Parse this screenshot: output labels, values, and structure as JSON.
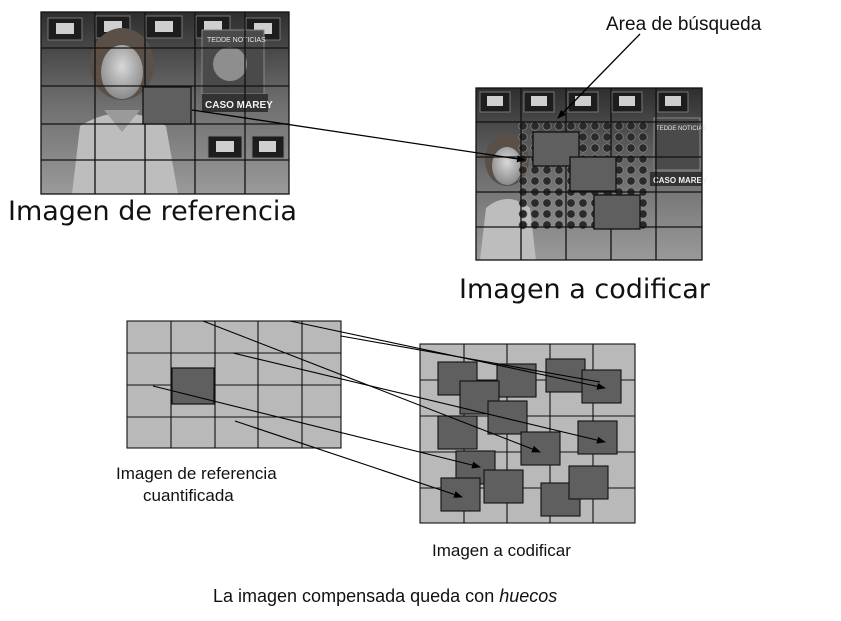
{
  "labels": {
    "reference_image": "Imagen de referencia",
    "search_area": "Area de búsqueda",
    "image_to_encode": "Imagen a codificar",
    "quantized_reference_line1": "Imagen de referencia",
    "quantized_reference_line2": "cuantificada",
    "image_to_encode_bottom": "Imagen a codificar",
    "caption_prefix": "La imagen compensada queda con ",
    "caption_italic": "huecos"
  },
  "photo_text": {
    "banner": "CASO MAREY",
    "banner_small": "CASO MAREY",
    "logo": "TEDDE NOTICIAS",
    "logo_small": "TEDDE NOTICIAS"
  },
  "colors": {
    "block_fill": "#5f5f5f",
    "grid_fill": "#b9b9b9",
    "photo_dark": "#3a3a3a",
    "search_dot": "#2a2a2a"
  }
}
